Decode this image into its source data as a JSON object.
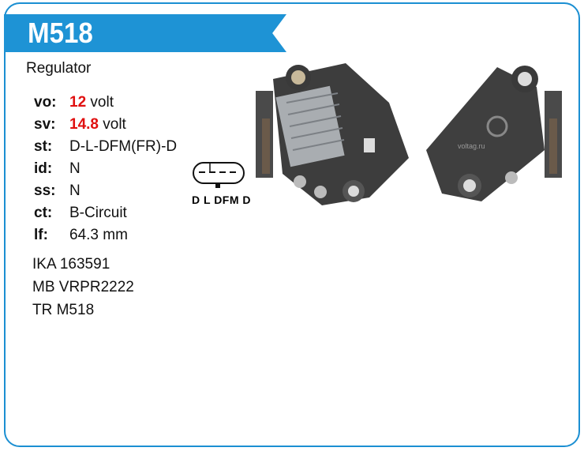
{
  "header": {
    "title": "M518"
  },
  "subtitle": "Regulator",
  "specs": [
    {
      "key": "vo:",
      "value": "12",
      "unit": "volt"
    },
    {
      "key": "sv:",
      "value": "14.8",
      "unit": "volt"
    },
    {
      "key": "st:",
      "value": "D-L-DFM(FR)-D"
    },
    {
      "key": "id:",
      "value": "N"
    },
    {
      "key": "ss:",
      "value": "N"
    },
    {
      "key": "ct:",
      "value": "B-Circuit"
    },
    {
      "key": "lf:",
      "value": "64.3 mm"
    }
  ],
  "references": [
    "IKA 163591",
    "MB VRPR2222",
    "TR M518"
  ],
  "connector": {
    "label": "D L DFM D"
  },
  "watermark": "voltag.ru",
  "colors": {
    "accent": "#1e93d5",
    "highlight": "#e01010"
  }
}
